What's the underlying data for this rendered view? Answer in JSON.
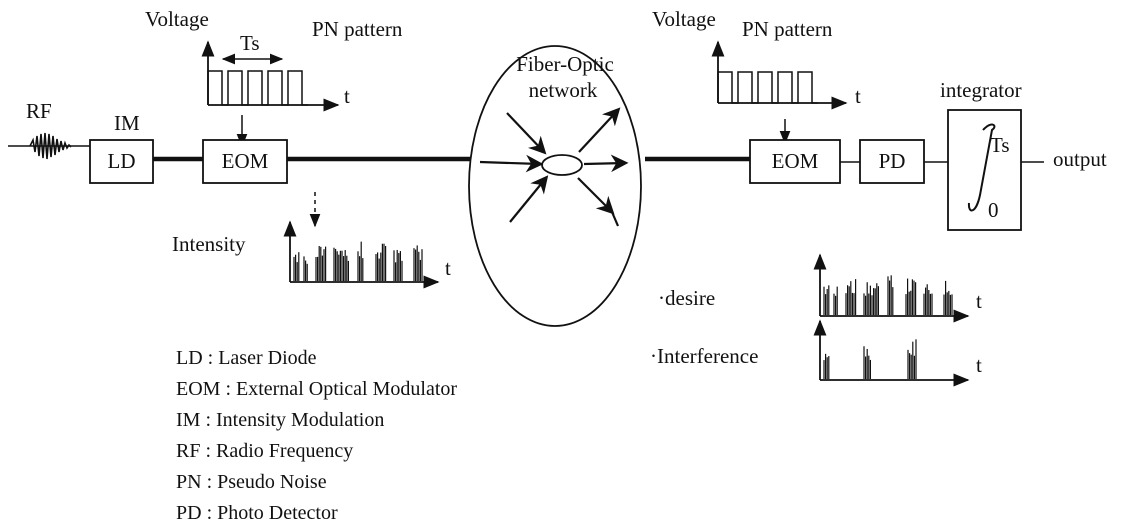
{
  "labels": {
    "voltage_left": "Voltage",
    "ts_left": "Ts",
    "pn_pattern_left": "PN pattern",
    "t_left_pn": "t",
    "rf": "RF",
    "im": "IM",
    "intensity": "Intensity",
    "t_intensity": "t",
    "network_line1": "Fiber-Optic",
    "network_line2": "network",
    "voltage_right": "Voltage",
    "pn_pattern_right": "PN pattern",
    "t_right_pn": "t",
    "integrator": "integrator",
    "int_upper": "Ts",
    "int_lower": "0",
    "output": "output",
    "desire": "·desire",
    "t_desire": "t",
    "interference": "·Interference",
    "t_interference": "t"
  },
  "blocks": {
    "ld": "LD",
    "eom_left": "EOM",
    "eom_right": "EOM",
    "pd": "PD"
  },
  "legend": [
    "LD : Laser Diode",
    "EOM : External Optical Modulator",
    "IM : Intensity Modulation",
    "RF : Radio Frequency",
    "PN : Pseudo Noise",
    "PD : Photo Detector"
  ]
}
